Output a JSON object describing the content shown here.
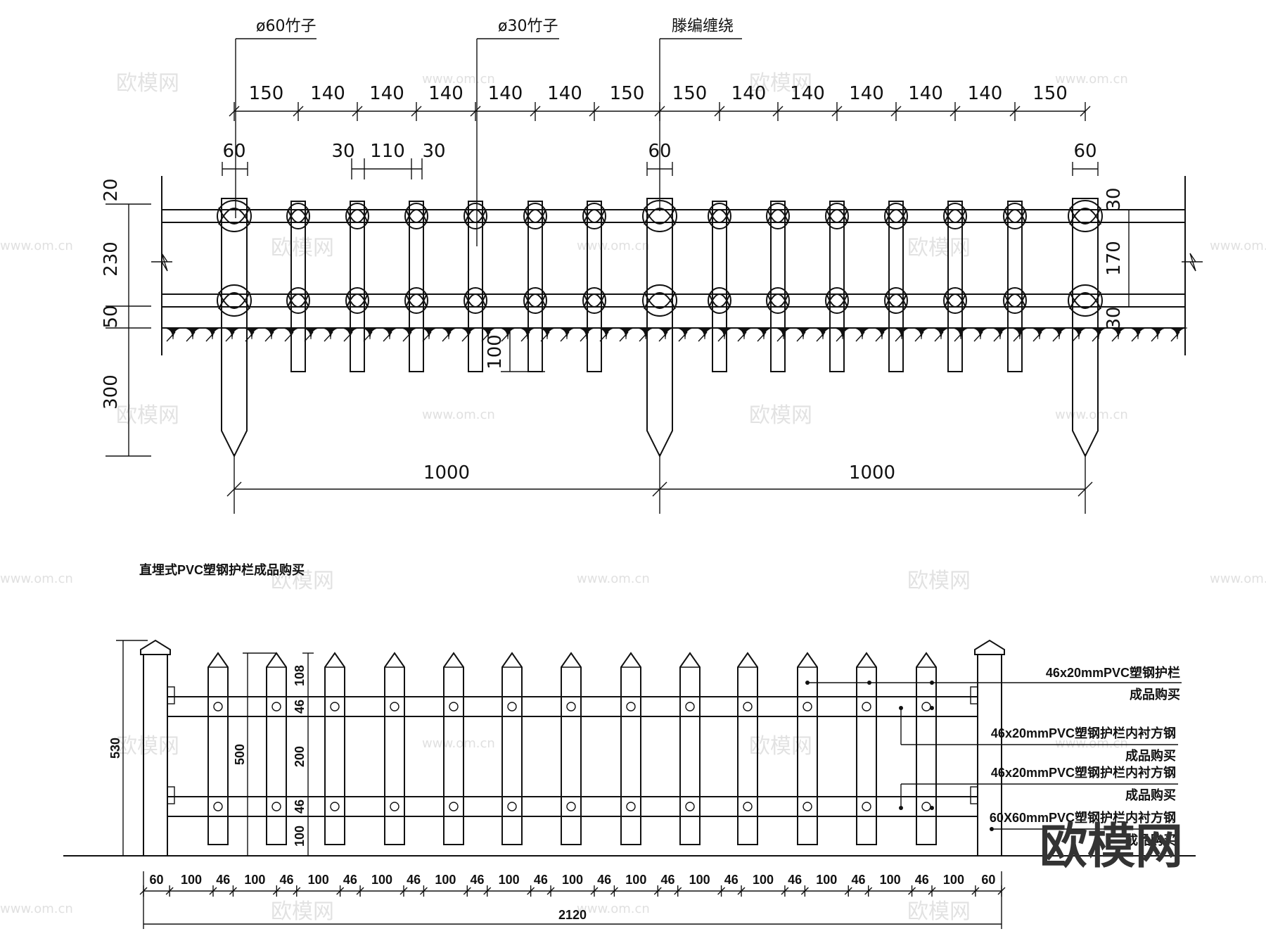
{
  "top_elevation": {
    "labels": {
      "bamboo60": "ø60竹子",
      "bamboo30": "ø30竹子",
      "rattan": "滕编缠绕"
    },
    "spacing_dims": [
      "150",
      "140",
      "140",
      "140",
      "140",
      "140",
      "150",
      "150",
      "140",
      "140",
      "140",
      "140",
      "140",
      "150"
    ],
    "post_widths": [
      "60",
      "60",
      "60"
    ],
    "picket_dims": [
      "30",
      "110",
      "30"
    ],
    "left_heights": [
      "20",
      "230",
      "50",
      "300"
    ],
    "right_heights": [
      "30",
      "170",
      "30"
    ],
    "embed_depth": "100",
    "spans": [
      "1000",
      "1000"
    ]
  },
  "bottom_elevation": {
    "title": "直埋式PVC塑钢护栏成品购买",
    "height_total": "530",
    "height_picket": "500",
    "height_segments": [
      "108",
      "46",
      "200",
      "46",
      "100"
    ],
    "width_segments": [
      "60",
      "100",
      "46",
      "100",
      "46",
      "100",
      "46",
      "100",
      "46",
      "100",
      "46",
      "100",
      "46",
      "100",
      "46",
      "100",
      "46",
      "100",
      "46",
      "100",
      "46",
      "100",
      "46",
      "100",
      "46",
      "100",
      "60"
    ],
    "width_total": "2120",
    "notes": [
      {
        "line1": "46x20mmPVC塑钢护栏",
        "line2": "成品购买"
      },
      {
        "line1": "46x20mmPVC塑钢护栏内衬方钢",
        "line2": "成品购买"
      },
      {
        "line1": "46x20mmPVC塑钢护栏内衬方钢",
        "line2": "成品购买"
      },
      {
        "line1": "60X60mmPVC塑钢护栏内衬方钢",
        "line2": "成品购买"
      }
    ]
  },
  "watermark": {
    "brand": "欧模网",
    "url": "www.om.cn"
  }
}
